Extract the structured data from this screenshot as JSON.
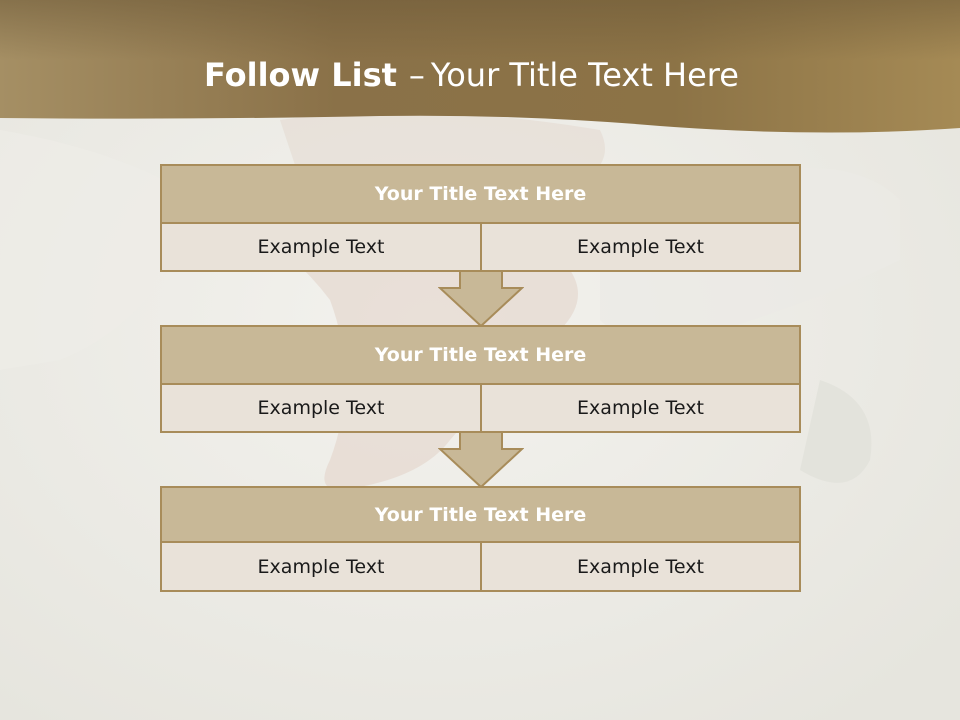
{
  "slide": {
    "title_bold": "Follow List",
    "title_dash": "–",
    "title_rest": "Your Title Text Here"
  },
  "blocks": [
    {
      "title": "Your Title Text Here",
      "left": "Example Text",
      "right": "Example Text"
    },
    {
      "title": "Your Title Text Here",
      "left": "Example Text",
      "right": "Example Text"
    },
    {
      "title": "Your Title Text Here",
      "left": "Example Text",
      "right": "Example Text"
    }
  ],
  "colors": {
    "header_band": "#8a7148",
    "block_title_fill": "#c8b897",
    "cell_fill": "#e9e2d9",
    "border": "#a88c5a",
    "arrow_fill": "#c8b897"
  }
}
